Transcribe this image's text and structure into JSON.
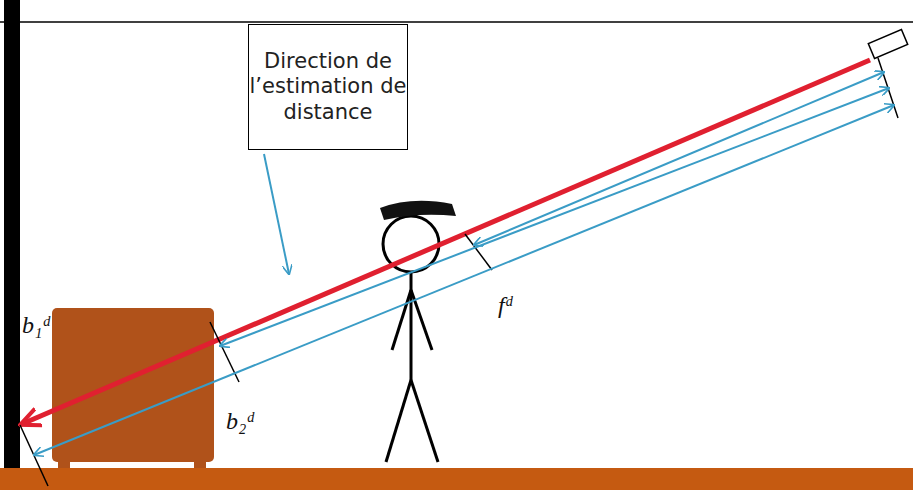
{
  "diagram": {
    "nodes": [
      {
        "text": [
          "Direction de l’estimation de distance"
        ]
      }
    ],
    "labels": [
      "b₁ᵈ",
      "b₂ᵈ",
      "fᵈ"
    ]
  }
}
